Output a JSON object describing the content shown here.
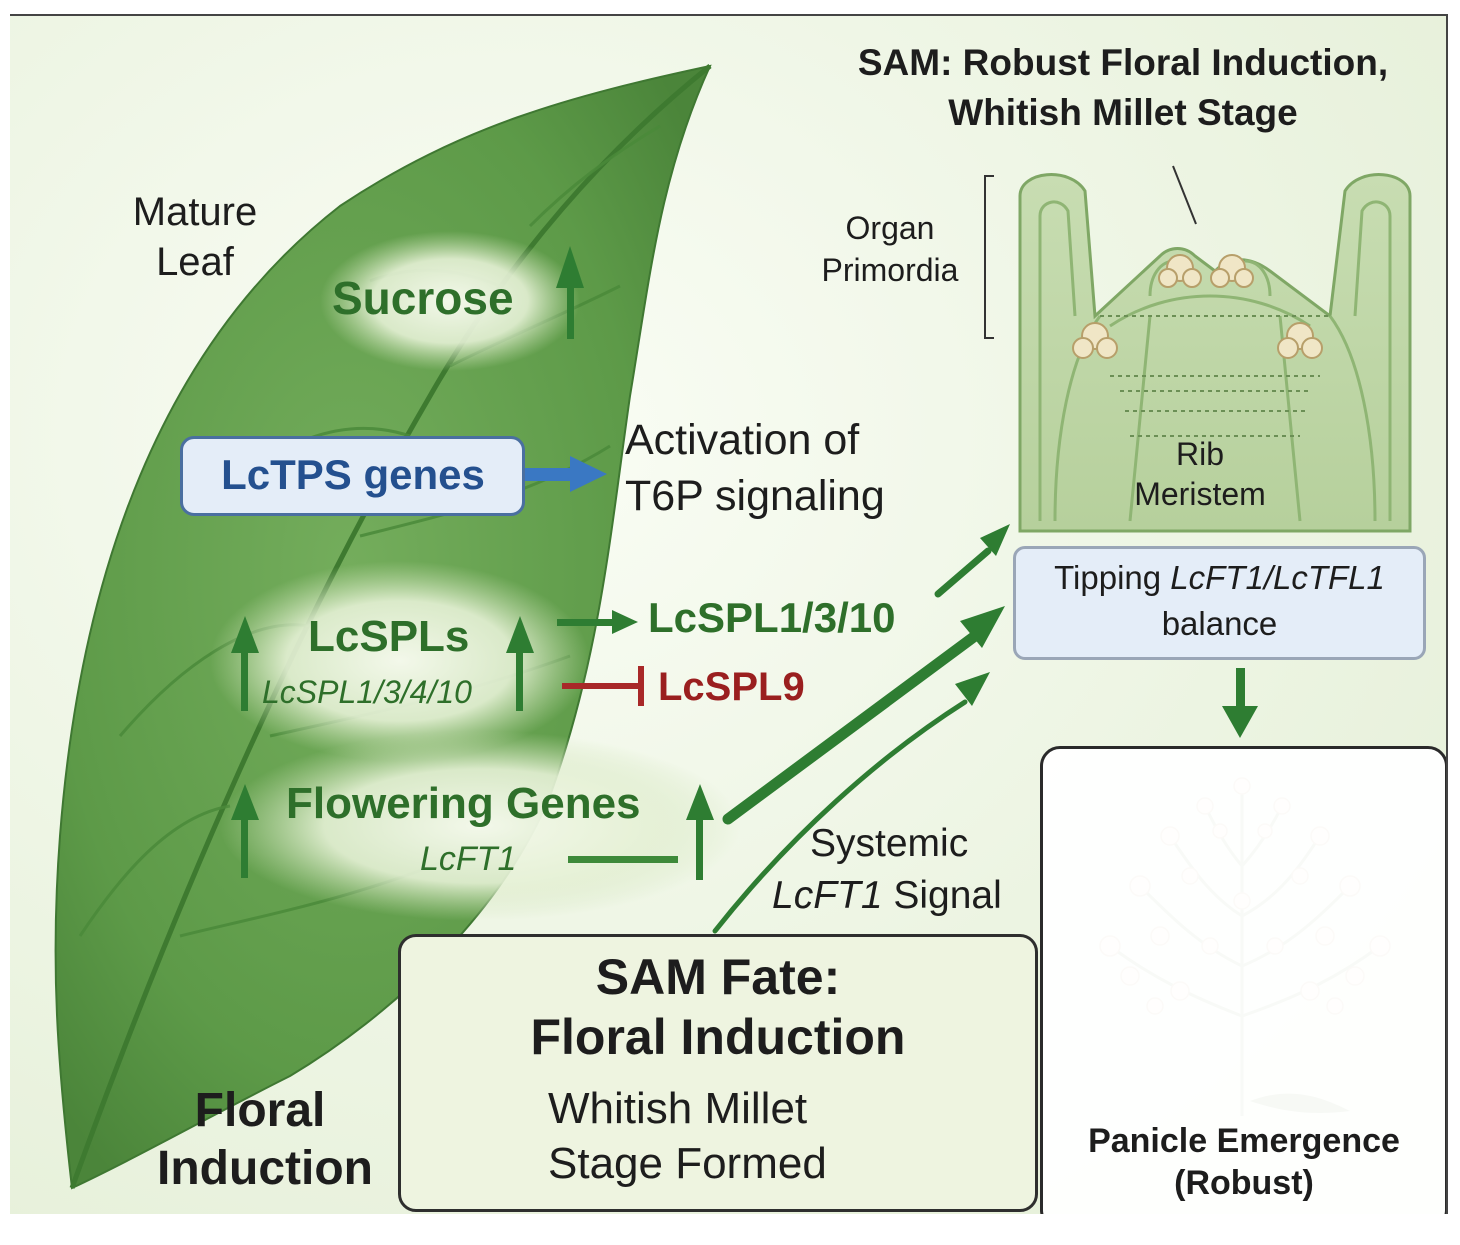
{
  "sam_title": {
    "line1": "SAM: Robust Floral Induction,",
    "line2": "Whitish Millet Stage"
  },
  "leaf_label": {
    "line1": "Mature",
    "line2": "Leaf"
  },
  "sucrose": "Sucrose",
  "lctps_genes": "LcTPS genes",
  "activation": {
    "line1": "Activation of",
    "line2": "T6P signaling"
  },
  "lcspls": {
    "title": "LcSPLs",
    "sub": "LcSPL1/3/4/10"
  },
  "lcspl_active": "LcSPL1/3/10",
  "lcspl_repressed": "LcSPL9",
  "flowering": {
    "title": "Flowering Genes",
    "sub": "LcFT1"
  },
  "sam_labels": {
    "organ_primordia": {
      "line1": "Organ",
      "line2": "Primordia"
    },
    "rib_meristem": {
      "line1": "Rib",
      "line2": "Meristem"
    }
  },
  "tipping": {
    "pre": "Tipping ",
    "genes": "LcFT1/LcTFL1",
    "line2": "balance"
  },
  "systemic": {
    "line1": "Systemic",
    "gene": "LcFT1",
    "rest": " Signal"
  },
  "panicle": {
    "line1": "Panicle Emergence",
    "line2": "(Robust)"
  },
  "sam_fate": {
    "line1": "SAM Fate:",
    "line2": "Floral Induction"
  },
  "whitish": {
    "line1": "Whitish Millet",
    "line2": "Stage Formed"
  },
  "floral_induction": {
    "line1": "Floral",
    "line2": "Induction"
  },
  "colors": {
    "leaf": "#5c9a48",
    "arrow_green": "#2e7d32",
    "arrow_blue": "#3a78c3",
    "inhibit_red": "#a82828",
    "box_blue": "#e4edf8",
    "box_green": "#eef4e0"
  }
}
